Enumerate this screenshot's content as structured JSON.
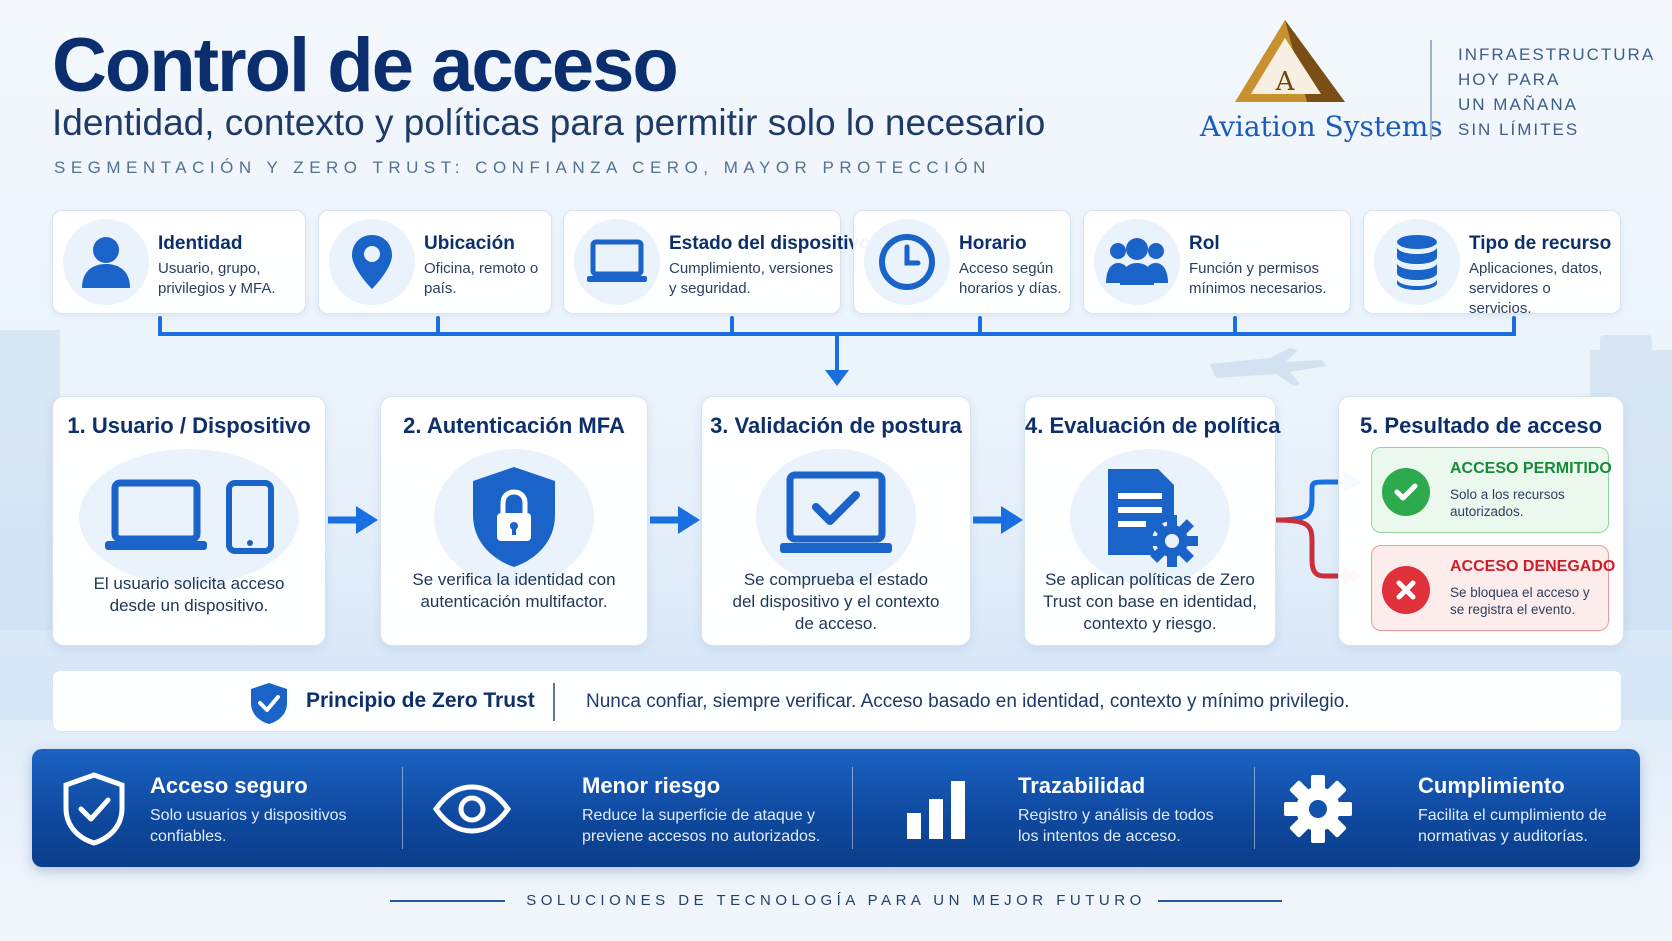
{
  "header": {
    "title": "Control de acceso",
    "subtitle": "Identidad, contexto y políticas para permitir solo lo necesario",
    "tagline": "SEGMENTACIÓN Y ZERO TRUST: CONFIANZA CERO, MAYOR PROTECCIÓN"
  },
  "brand": {
    "logo_letter": "A",
    "name": "Aviation Systems",
    "motto": [
      "INFRAESTRUCTURA",
      "HOY PARA",
      "UN MAÑANA",
      "SIN LÍMITES"
    ]
  },
  "factors": [
    {
      "title": "Identidad",
      "desc": "Usuario, grupo, privilegios y MFA.",
      "icon": "user-icon"
    },
    {
      "title": "Ubicación",
      "desc": "Oficina, remoto o país.",
      "icon": "location-pin-icon"
    },
    {
      "title": "Estado del dispositivo",
      "desc": "Cumplimiento, versiones y seguridad.",
      "icon": "laptop-icon"
    },
    {
      "title": "Horario",
      "desc": "Acceso según horarios y días.",
      "icon": "clock-icon"
    },
    {
      "title": "Rol",
      "desc": "Función y permisos mínimos necesarios.",
      "icon": "group-icon"
    },
    {
      "title": "Tipo de recurso",
      "desc": "Aplicaciones, datos, servidores o servicios.",
      "icon": "database-icon"
    }
  ],
  "steps": [
    {
      "title": "1. Usuario / Dispositivo",
      "desc": "El usuario solicita acceso desde un dispositivo.",
      "icon": "laptop-phone-icon"
    },
    {
      "title": "2. Autenticación MFA",
      "desc": "Se verifica la identidad con autenticación multifactor.",
      "icon": "shield-lock-icon"
    },
    {
      "title": "3. Validación de postura",
      "desc": "Se comprueba el estado del dispositivo y el contexto de acceso.",
      "icon": "laptop-check-icon"
    },
    {
      "title": "4. Evaluación de política",
      "desc": "Se aplican políticas de Zero Trust con base en identidad, contexto y riesgo.",
      "icon": "policy-document-gear-icon"
    }
  ],
  "result": {
    "title": "5. Pesultado de acceso",
    "allowed": {
      "title": "ACCESO PERMITIDO",
      "desc": "Solo a los recursos autorizados.",
      "icon": "check-icon",
      "color": "#2eaa4e"
    },
    "denied": {
      "title": "ACCESO DENEGADO",
      "desc": "Se bloquea el acceso y se registra el evento.",
      "icon": "cross-icon",
      "color": "#e0313b"
    }
  },
  "principle": {
    "title": "Principio de Zero Trust",
    "text": "Nunca confiar, siempre verificar. Acceso basado en identidad, contexto y mínimo privilegio.",
    "icon": "shield-check-icon"
  },
  "benefits": [
    {
      "title": "Acceso seguro",
      "desc": "Solo usuarios y dispositivos confiables.",
      "icon": "shield-check-icon"
    },
    {
      "title": "Menor riesgo",
      "desc": "Reduce la superficie de ataque y previene accesos no autorizados.",
      "icon": "eye-icon"
    },
    {
      "title": "Trazabilidad",
      "desc": "Registro y análisis de todos los intentos de acceso.",
      "icon": "bar-chart-icon"
    },
    {
      "title": "Cumplimiento",
      "desc": "Facilita el cumplimiento de normativas y auditorías.",
      "icon": "gear-icon"
    }
  ],
  "footer": "SOLUCIONES DE TECNOLOGÍA PARA UN MEJOR FUTURO",
  "colors": {
    "primary": "#0b2e6e",
    "accent": "#1a6fe0",
    "band": "#0f4aa1",
    "gold": "#c8912f"
  }
}
